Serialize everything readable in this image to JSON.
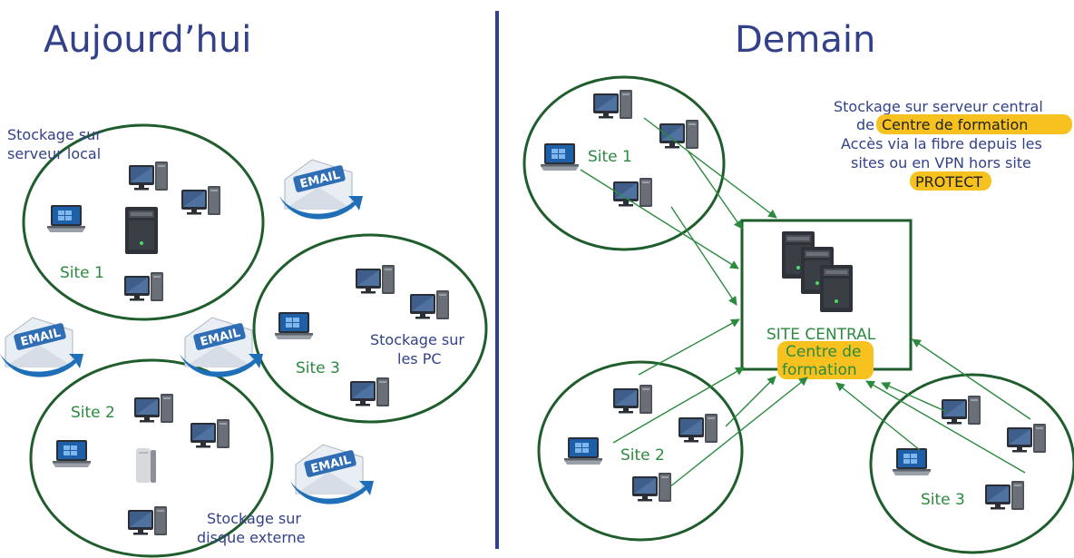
{
  "left": {
    "title": "Aujourd’hui",
    "storage_local": [
      "Stockage sur",
      "serveur local"
    ],
    "storage_pc": [
      "Stockage sur",
      "les PC"
    ],
    "storage_external": [
      "Stockage sur",
      "disque externe"
    ],
    "site1": "Site 1",
    "site2": "Site 2",
    "site3": "Site 3",
    "email_label": "EMAIL"
  },
  "right": {
    "title": "Demain",
    "site1": "Site 1",
    "site2": "Site 2",
    "site3": "Site 3",
    "central_title": "SITE CENTRAL",
    "central_hl": [
      "Centre de",
      "formation"
    ],
    "note_line1": "Stockage sur serveur central",
    "note_line2_prefix": "de",
    "note_line2_hl": "Centre de formation",
    "note_line3": "Accès via la fibre depuis les",
    "note_line4": "sites ou en VPN hors site",
    "note_line5_hl": "PROTECT"
  },
  "colors": {
    "title": "#33418a",
    "green": "#2b8a3e",
    "highlight": "#f7c21f",
    "divider": "#33418a",
    "email_blue": "#2f6db5"
  },
  "icons": [
    "desktop-pc-icon",
    "laptop-icon",
    "tower-server-icon",
    "external-disk-icon",
    "email-envelope-icon"
  ]
}
